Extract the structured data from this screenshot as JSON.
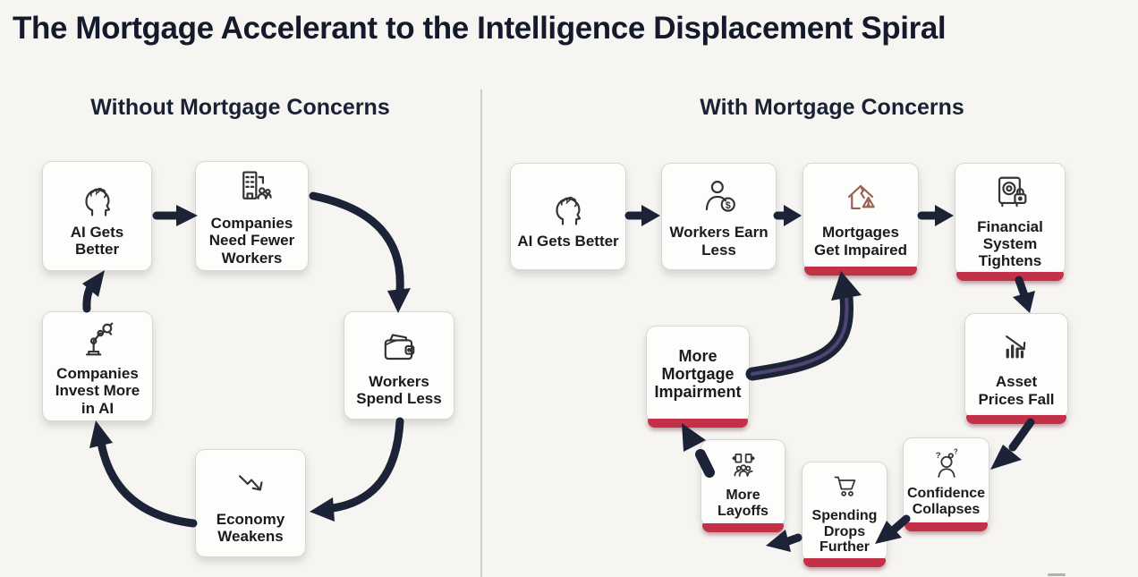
{
  "title": "The Mortgage Accelerant to the Intelligence Displacement Spiral",
  "left_panel": {
    "heading": "Without Mortgage Concerns",
    "nodes": [
      {
        "label": "AI Gets Better",
        "icon": "brain-head-icon"
      },
      {
        "label": "Companies Need Fewer Workers",
        "icon": "company-building-icon"
      },
      {
        "label": "Workers Spend Less",
        "icon": "wallet-icon"
      },
      {
        "label": "Economy Weakens",
        "icon": "declining-arrow-icon"
      },
      {
        "label": "Companies Invest More in AI",
        "icon": "robot-arm-icon"
      }
    ]
  },
  "right_panel": {
    "heading": "With Mortgage Concerns",
    "nodes": [
      {
        "label": "AI Gets Better",
        "icon": "brain-head-icon",
        "impaired": false
      },
      {
        "label": "Workers Earn Less",
        "icon": "worker-earnings-icon",
        "impaired": false
      },
      {
        "label": "Mortgages Get Impaired",
        "icon": "cracked-house-icon",
        "impaired": true
      },
      {
        "label": "Financial System Tightens",
        "icon": "bank-vault-icon",
        "impaired": true
      },
      {
        "label": "Asset Prices Fall",
        "icon": "falling-chart-icon",
        "impaired": true
      },
      {
        "label": "Confidence Collapses",
        "icon": "confused-person-icon",
        "impaired": true
      },
      {
        "label": "Spending Drops Further",
        "icon": "shopping-cart-icon",
        "impaired": true
      },
      {
        "label": "More Layoffs",
        "icon": "layoffs-people-icon",
        "impaired": true
      },
      {
        "label": "More Mortgage Impairment",
        "icon": null,
        "impaired": true
      }
    ]
  },
  "colors": {
    "background": "#f6f5f2",
    "divider": "#cdcdca",
    "arrow": "#1d2337",
    "accent": "#c23148",
    "title": "#141a2b",
    "heading": "#1a2134",
    "label": "#1b1b1d",
    "border": "#d8d7d4",
    "icon": "#333333",
    "icon_house": "#9a6050",
    "swoosh_inner": "#4c4670"
  }
}
